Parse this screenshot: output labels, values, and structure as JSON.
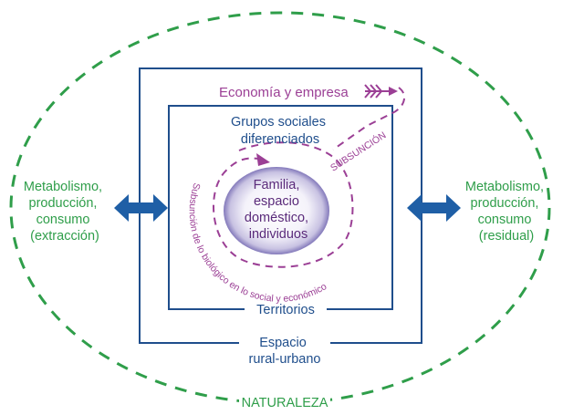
{
  "colors": {
    "nature_green": "#2f9e4a",
    "structure_blue": "#1f4e8c",
    "arrow_blue": "#1f5fa6",
    "subsumption_purple": "#9b3f95",
    "core_text": "#5a2a7a"
  },
  "left_label": [
    "Metabolismo,",
    "producción,",
    "consumo",
    "(extracción)"
  ],
  "right_label": [
    "Metabolismo,",
    "producción,",
    "consumo",
    "(residual)"
  ],
  "economy_label": "Economía y empresa",
  "groups_label": [
    "Grupos sociales",
    "diferenciados"
  ],
  "core_label": [
    "Familia,",
    "espacio",
    "doméstico,",
    "individuos"
  ],
  "subsumption_label": "SUBSUNCIÓN",
  "subsumption_arc_label": "Subsunción de lo biológico en lo social y económico",
  "territories_label": "Territorios",
  "space_label": [
    "Espacio",
    "rural-urbano"
  ],
  "nature_label": "NATURALEZA",
  "icons": {
    "left_arrow": "double-arrow-icon",
    "right_arrow": "double-arrow-icon",
    "economy_arrow": "feathered-arrow-icon"
  }
}
